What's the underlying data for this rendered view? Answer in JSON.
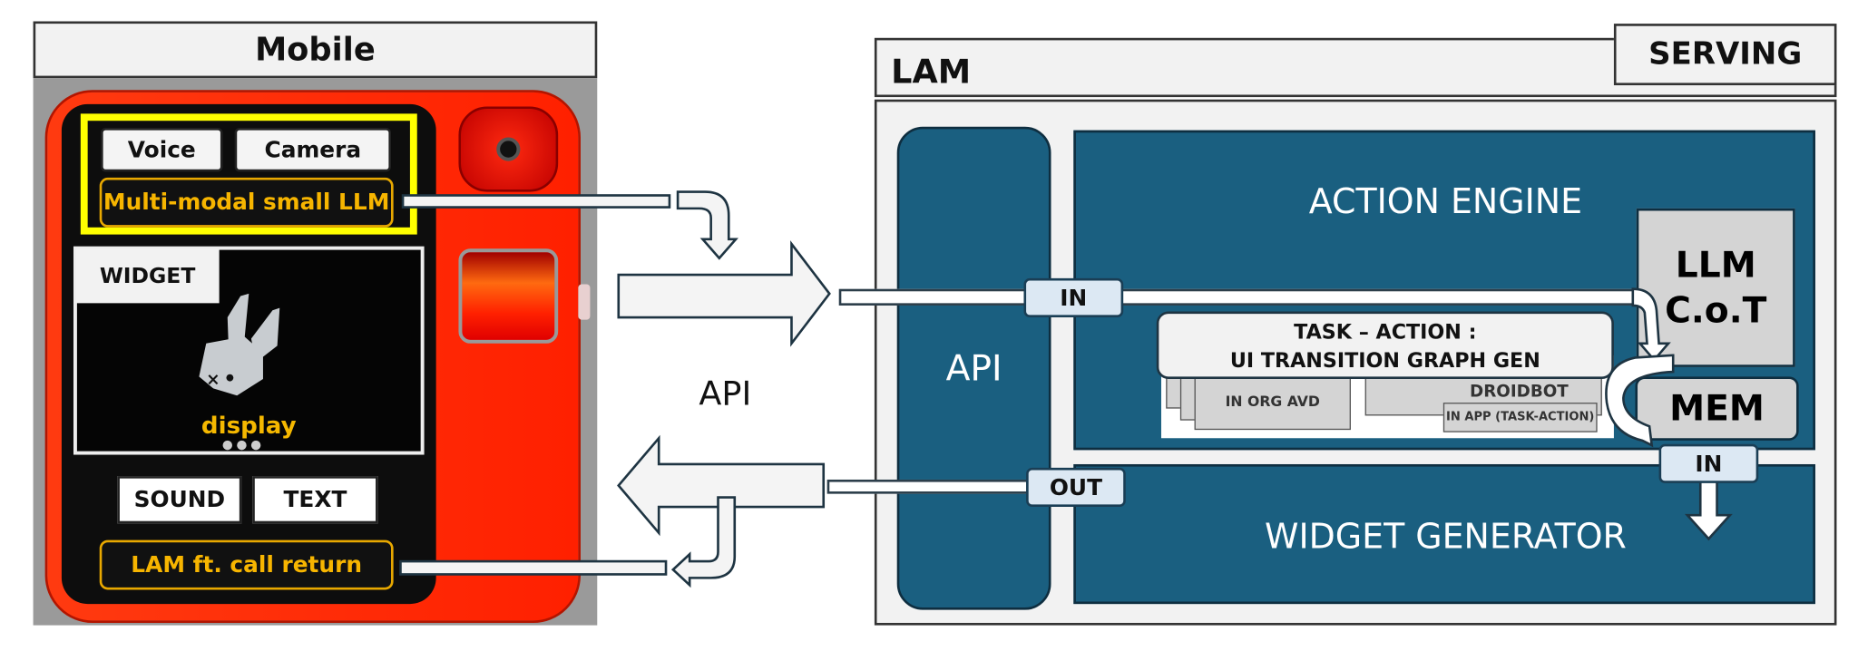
{
  "mobile": {
    "title": "Mobile",
    "voice_label": "Voice",
    "camera_label": "Camera",
    "llm_label": "Multi-modal small LLM",
    "widget_tab": "WIDGET",
    "widget_icon": "rabbit-icon",
    "display_label": "display",
    "sound_label": "SOUND",
    "text_label": "TEXT",
    "return_label": "LAM ft. call return",
    "colors": {
      "body": "#ff2200",
      "highlight": "#ffff00",
      "accent_text": "#f7b500"
    }
  },
  "api_label": "API",
  "lam": {
    "title": "LAM",
    "serving_label": "SERVING",
    "api_label": "API",
    "action_engine": "ACTION ENGINE",
    "llm_cot": [
      "LLM",
      "C.o.T"
    ],
    "mem": "MEM",
    "task_action": [
      "TASK – ACTION :",
      "UI TRANSITION GRAPH GEN"
    ],
    "in_org_avd": "IN ORG AVD",
    "droidbot": "DROIDBOT",
    "in_app": "IN APP (TASK-ACTION)",
    "in_label": "IN",
    "in_label_2": "IN",
    "out_label": "OUT",
    "widget_generator": "WIDGET GENERATOR",
    "colors": {
      "panel": "#1a5f80",
      "tag": "#dce8f3"
    }
  }
}
